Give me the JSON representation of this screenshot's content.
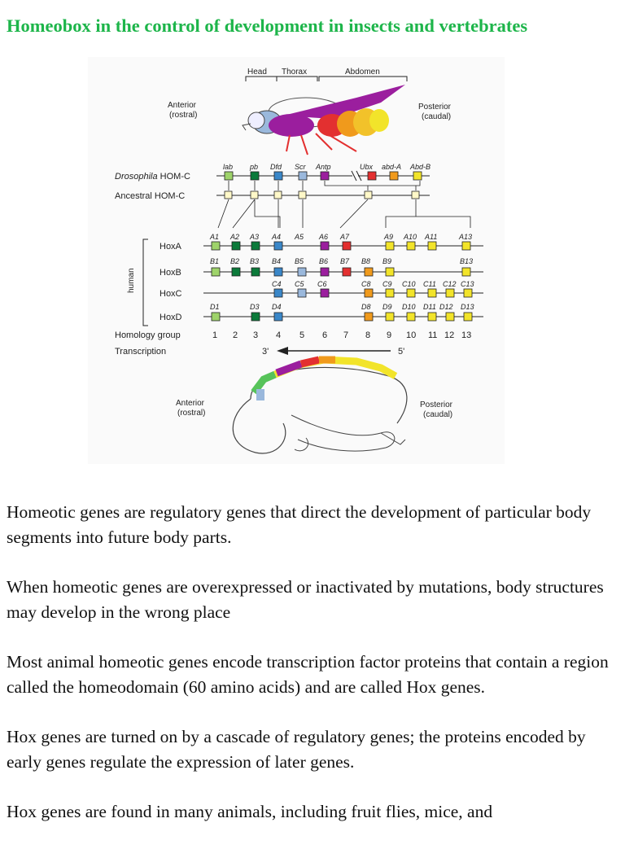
{
  "page": {
    "title": "Homeobox in the control of development in insects and vertebrates"
  },
  "figure": {
    "fly_labels": {
      "head": "Head",
      "thorax": "Thorax",
      "abdomen": "Abdomen"
    },
    "anterior": [
      "Anterior",
      "(rostral)"
    ],
    "posterior": [
      "Posterior",
      "(caudal)"
    ],
    "drosophila_label_italic": "Drosophila",
    "drosophila_label_rest": "HOM-C",
    "ancestral_label": "Ancestral HOM-C",
    "human_label": "human",
    "fly_genes": [
      "lab",
      "pb",
      "Dfd",
      "Scr",
      "Antp",
      "Ubx",
      "abd-A",
      "Abd-B"
    ],
    "clusters": [
      {
        "name": "HoxA",
        "labels": [
          "A1",
          "A2",
          "A3",
          "A4",
          "A5",
          "A6",
          "A7",
          "A9",
          "A10",
          "A11",
          "A13"
        ]
      },
      {
        "name": "HoxB",
        "labels": [
          "B1",
          "B2",
          "B3",
          "B4",
          "B5",
          "B6",
          "B7",
          "B8",
          "B9",
          "B13"
        ]
      },
      {
        "name": "HoxC",
        "labels": [
          "C4",
          "C5",
          "C6",
          "C8",
          "C9",
          "C10",
          "C11",
          "C12",
          "C13"
        ]
      },
      {
        "name": "HoxD",
        "labels": [
          "D1",
          "D3",
          "D4",
          "D8",
          "D9",
          "D10",
          "D11",
          "D12",
          "D13"
        ]
      }
    ],
    "homology_label": "Homology group",
    "homology_numbers": [
      "1",
      "2",
      "3",
      "4",
      "5",
      "6",
      "7",
      "8",
      "9",
      "10",
      "11",
      "12",
      "13"
    ],
    "transcription_label": "Transcription",
    "transcription_3": "3'",
    "transcription_5": "5'",
    "colors": {
      "title": "#1db54a",
      "lab": "#9ed36a",
      "pb": "#0b7a3a",
      "dfd": "#3a87c8",
      "scr": "#9ab8dc",
      "antp": "#9b1e9e",
      "ubx": "#e33030",
      "abdA": "#f09a1c",
      "abdB": "#f2e42a"
    }
  },
  "paragraphs": [
    "Homeotic genes are regulatory genes that direct the development of particular body segments into future body parts.",
    "When homeotic genes are overexpressed or inactivated by mutations, body structures may develop in the wrong place",
    "Most animal homeotic genes encode transcription factor proteins that contain a region called the homeodomain (60 amino acids) and are called Hox genes.",
    "Hox genes are turned on by a cascade of regulatory genes; the proteins encoded by early genes regulate the expression of later genes.",
    "Hox genes are found in many animals, including fruit flies, mice, and"
  ]
}
